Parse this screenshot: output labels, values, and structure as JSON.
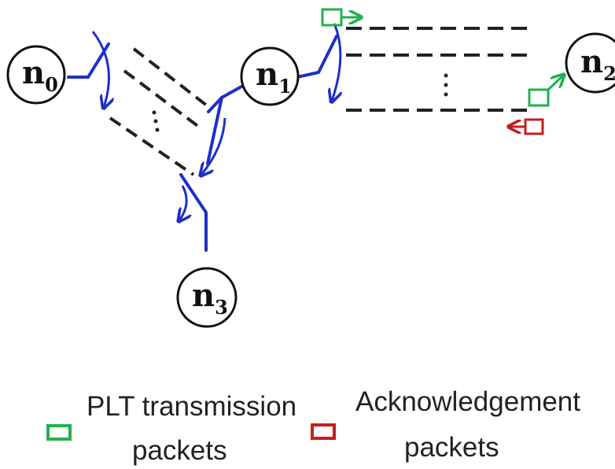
{
  "nodes": [
    {
      "id": "n0",
      "base": "n",
      "sub": "0"
    },
    {
      "id": "n1",
      "base": "n",
      "sub": "1"
    },
    {
      "id": "n2",
      "base": "n",
      "sub": "2"
    },
    {
      "id": "n3",
      "base": "n",
      "sub": "3"
    }
  ],
  "legend": {
    "plt_line1": "PLT transmission",
    "plt_line2": "packets",
    "ack_line1": "Acknowledgement",
    "ack_line2": "packets"
  },
  "colors": {
    "link": "#1f2fc8",
    "node_stroke": "#111111",
    "dashed": "#222222",
    "plt_packet": "#22b14c",
    "ack_packet": "#c81e1e"
  },
  "icons": {
    "plt_packet": "green-packet-icon",
    "ack_packet": "red-packet-icon"
  }
}
